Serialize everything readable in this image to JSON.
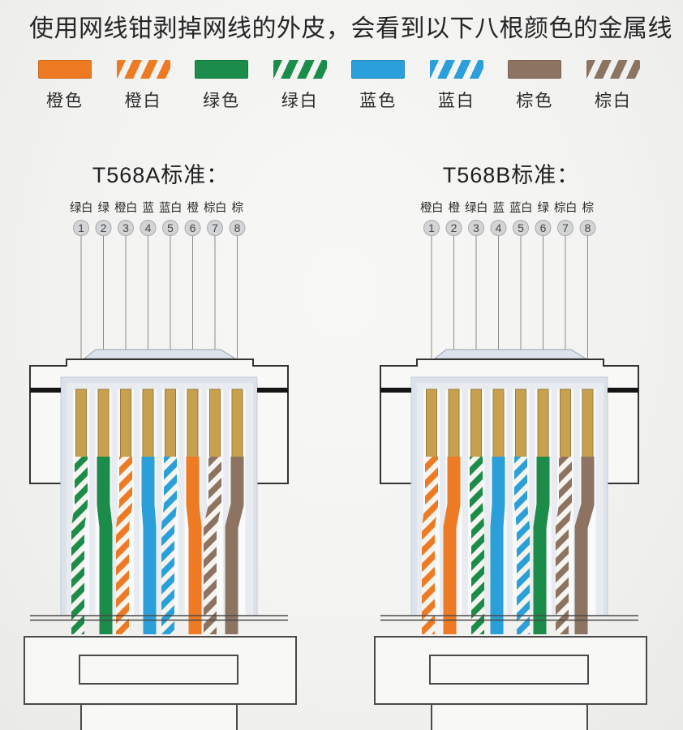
{
  "page": {
    "title": "使用网线钳剥掉网线的外皮，会看到以下八根颜色的金属线"
  },
  "colors": {
    "orange": "#ee7a23",
    "green": "#1b8c49",
    "blue": "#2a9fd9",
    "brown": "#8d7361",
    "stripe_base": "#f6f4ee",
    "pin_gold": "#c7a050",
    "pin_edge": "#9b7b35",
    "body_fill": "#f8f8f7",
    "outline_dark": "#333333",
    "outline_mid": "#4a4a4a",
    "panel_fill": "#dce2e9",
    "panel_inner": "#e8ecf1",
    "channel_fill": "#f8fafb",
    "panel_border": "#c6ccd5",
    "bar_black": "#151515",
    "trapezoid_fill": "#dde3ec",
    "trapezoid_border": "#98a2b0",
    "circle_fill": "#d3d4d6",
    "circle_border": "#a9aaac",
    "guide_line": "#8b8b8b"
  },
  "legend": {
    "items": [
      {
        "label": "橙色",
        "color": "orange",
        "style": "solid"
      },
      {
        "label": "橙白",
        "color": "orange",
        "style": "striped"
      },
      {
        "label": "绿色",
        "color": "green",
        "style": "solid"
      },
      {
        "label": "绿白",
        "color": "green",
        "style": "striped"
      },
      {
        "label": "蓝色",
        "color": "blue",
        "style": "solid"
      },
      {
        "label": "蓝白",
        "color": "blue",
        "style": "striped"
      },
      {
        "label": "棕色",
        "color": "brown",
        "style": "solid"
      },
      {
        "label": "棕白",
        "color": "brown",
        "style": "striped"
      }
    ]
  },
  "standards": [
    {
      "id": "t568a",
      "title": "T568A标准：",
      "wires": [
        {
          "pin": 1,
          "label": "绿白",
          "color": "green",
          "style": "striped"
        },
        {
          "pin": 2,
          "label": "绿",
          "color": "green",
          "style": "solid"
        },
        {
          "pin": 3,
          "label": "橙白",
          "color": "orange",
          "style": "striped"
        },
        {
          "pin": 4,
          "label": "蓝",
          "color": "blue",
          "style": "solid"
        },
        {
          "pin": 5,
          "label": "蓝白",
          "color": "blue",
          "style": "striped"
        },
        {
          "pin": 6,
          "label": "橙",
          "color": "orange",
          "style": "solid"
        },
        {
          "pin": 7,
          "label": "棕白",
          "color": "brown",
          "style": "striped"
        },
        {
          "pin": 8,
          "label": "棕",
          "color": "brown",
          "style": "solid"
        }
      ]
    },
    {
      "id": "t568b",
      "title": "T568B标准：",
      "wires": [
        {
          "pin": 1,
          "label": "橙白",
          "color": "orange",
          "style": "striped"
        },
        {
          "pin": 2,
          "label": "橙",
          "color": "orange",
          "style": "solid"
        },
        {
          "pin": 3,
          "label": "绿白",
          "color": "green",
          "style": "striped"
        },
        {
          "pin": 4,
          "label": "蓝",
          "color": "blue",
          "style": "solid"
        },
        {
          "pin": 5,
          "label": "蓝白",
          "color": "blue",
          "style": "striped"
        },
        {
          "pin": 6,
          "label": "绿",
          "color": "green",
          "style": "solid"
        },
        {
          "pin": 7,
          "label": "棕白",
          "color": "brown",
          "style": "striped"
        },
        {
          "pin": 8,
          "label": "棕",
          "color": "brown",
          "style": "solid"
        }
      ]
    }
  ]
}
